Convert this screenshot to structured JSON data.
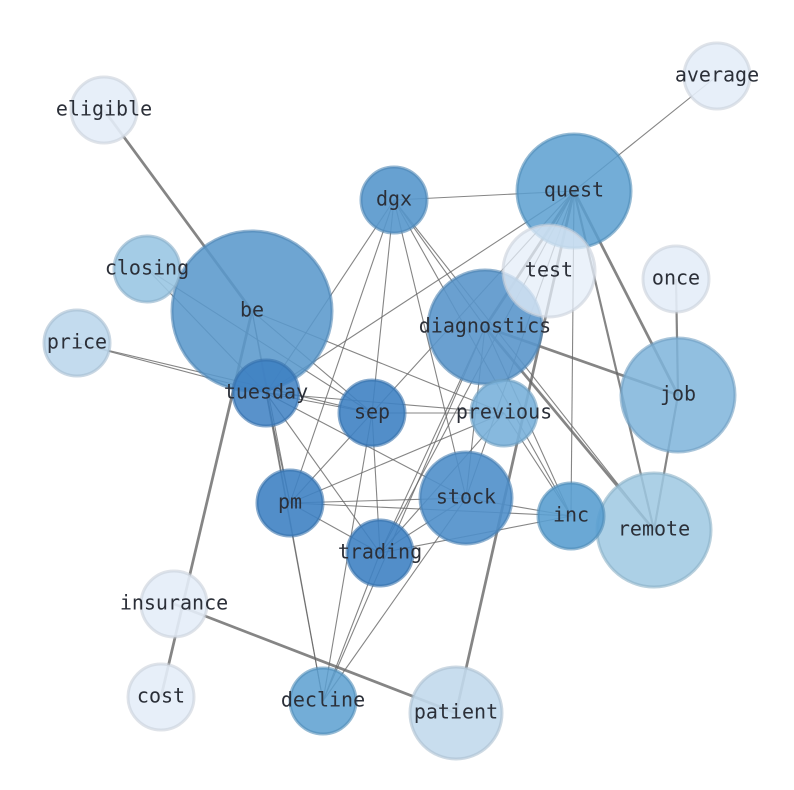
{
  "graph": {
    "nodes": [
      {
        "id": "be",
        "label": "be",
        "color": "#5a98cc",
        "opacity": 0.88
      },
      {
        "id": "quest",
        "label": "quest",
        "color": "#5a9fd0",
        "opacity": 0.85
      },
      {
        "id": "diagnostics",
        "label": "diagnostics",
        "color": "#5a96cb",
        "opacity": 0.9
      },
      {
        "id": "job",
        "label": "job",
        "color": "#7eb4db",
        "opacity": 0.85
      },
      {
        "id": "remote",
        "label": "remote",
        "color": "#9ec8e2",
        "opacity": 0.85
      },
      {
        "id": "stock",
        "label": "stock",
        "color": "#4f8fca",
        "opacity": 0.9
      },
      {
        "id": "patient",
        "label": "patient",
        "color": "#c2d9ec",
        "opacity": 0.9
      },
      {
        "id": "test",
        "label": "test",
        "color": "#e4edf8",
        "opacity": 0.75
      },
      {
        "id": "sep",
        "label": "sep",
        "color": "#3f82c3",
        "opacity": 0.9
      },
      {
        "id": "tuesday",
        "label": "tuesday",
        "color": "#3c7fc2",
        "opacity": 0.85
      },
      {
        "id": "trading",
        "label": "trading",
        "color": "#3f82c3",
        "opacity": 0.9
      },
      {
        "id": "pm",
        "label": "pm",
        "color": "#3f82c3",
        "opacity": 0.9
      },
      {
        "id": "inc",
        "label": "inc",
        "color": "#5a9fd0",
        "opacity": 0.9
      },
      {
        "id": "previous",
        "label": "previous",
        "color": "#7ab1da",
        "opacity": 0.9
      },
      {
        "id": "dgx",
        "label": "dgx",
        "color": "#5797cc",
        "opacity": 0.9
      },
      {
        "id": "decline",
        "label": "decline",
        "color": "#5a9fd0",
        "opacity": 0.85
      },
      {
        "id": "closing",
        "label": "closing",
        "color": "#9ac6e3",
        "opacity": 0.9
      },
      {
        "id": "price",
        "label": "price",
        "color": "#bcd7ec",
        "opacity": 0.9
      },
      {
        "id": "once",
        "label": "once",
        "color": "#e4edf8",
        "opacity": 0.9
      },
      {
        "id": "insurance",
        "label": "insurance",
        "color": "#e4edf8",
        "opacity": 0.9
      },
      {
        "id": "cost",
        "label": "cost",
        "color": "#e4edf8",
        "opacity": 0.9
      },
      {
        "id": "eligible",
        "label": "eligible",
        "color": "#e4edf8",
        "opacity": 0.9
      },
      {
        "id": "average",
        "label": "average",
        "color": "#e4edf8",
        "opacity": 0.9
      }
    ],
    "edges": [
      {
        "source": "eligible",
        "target": "be",
        "weight": 2.5
      },
      {
        "source": "be",
        "target": "cost",
        "weight": 2.5
      },
      {
        "source": "be",
        "target": "sep",
        "weight": 1
      },
      {
        "source": "be",
        "target": "previous",
        "weight": 1
      },
      {
        "source": "be",
        "target": "pm",
        "weight": 1
      },
      {
        "source": "be",
        "target": "decline",
        "weight": 1
      },
      {
        "source": "closing",
        "target": "sep",
        "weight": 1
      },
      {
        "source": "closing",
        "target": "tuesday",
        "weight": 1
      },
      {
        "source": "price",
        "target": "tuesday",
        "weight": 1
      },
      {
        "source": "price",
        "target": "sep",
        "weight": 1
      },
      {
        "source": "tuesday",
        "target": "dgx",
        "weight": 1
      },
      {
        "source": "tuesday",
        "target": "quest",
        "weight": 1
      },
      {
        "source": "tuesday",
        "target": "sep",
        "weight": 1
      },
      {
        "source": "tuesday",
        "target": "previous",
        "weight": 1
      },
      {
        "source": "tuesday",
        "target": "pm",
        "weight": 1
      },
      {
        "source": "tuesday",
        "target": "trading",
        "weight": 1
      },
      {
        "source": "tuesday",
        "target": "decline",
        "weight": 1
      },
      {
        "source": "tuesday",
        "target": "stock",
        "weight": 1
      },
      {
        "source": "dgx",
        "target": "quest",
        "weight": 1
      },
      {
        "source": "dgx",
        "target": "diagnostics",
        "weight": 1
      },
      {
        "source": "dgx",
        "target": "stock",
        "weight": 1
      },
      {
        "source": "dgx",
        "target": "inc",
        "weight": 1
      },
      {
        "source": "dgx",
        "target": "sep",
        "weight": 1
      },
      {
        "source": "dgx",
        "target": "pm",
        "weight": 1
      },
      {
        "source": "dgx",
        "target": "remote",
        "weight": 1
      },
      {
        "source": "quest",
        "target": "average",
        "weight": 1
      },
      {
        "source": "quest",
        "target": "diagnostics",
        "weight": 2.5
      },
      {
        "source": "quest",
        "target": "job",
        "weight": 2.5
      },
      {
        "source": "quest",
        "target": "remote",
        "weight": 2
      },
      {
        "source": "quest",
        "target": "inc",
        "weight": 1
      },
      {
        "source": "quest",
        "target": "patient",
        "weight": 2.5
      },
      {
        "source": "quest",
        "target": "stock",
        "weight": 1
      },
      {
        "source": "quest",
        "target": "trading",
        "weight": 1
      },
      {
        "source": "quest",
        "target": "sep",
        "weight": 1
      },
      {
        "source": "diagnostics",
        "target": "job",
        "weight": 2.5
      },
      {
        "source": "diagnostics",
        "target": "remote",
        "weight": 2.5
      },
      {
        "source": "diagnostics",
        "target": "inc",
        "weight": 1
      },
      {
        "source": "diagnostics",
        "target": "stock",
        "weight": 1
      },
      {
        "source": "diagnostics",
        "target": "trading",
        "weight": 1
      },
      {
        "source": "diagnostics",
        "target": "decline",
        "weight": 1
      },
      {
        "source": "once",
        "target": "job",
        "weight": 2
      },
      {
        "source": "job",
        "target": "remote",
        "weight": 2
      },
      {
        "source": "sep",
        "target": "trading",
        "weight": 1
      },
      {
        "source": "sep",
        "target": "pm",
        "weight": 1
      },
      {
        "source": "sep",
        "target": "decline",
        "weight": 1
      },
      {
        "source": "sep",
        "target": "previous",
        "weight": 1
      },
      {
        "source": "previous",
        "target": "pm",
        "weight": 1
      },
      {
        "source": "previous",
        "target": "trading",
        "weight": 1
      },
      {
        "source": "previous",
        "target": "inc",
        "weight": 1
      },
      {
        "source": "pm",
        "target": "stock",
        "weight": 1
      },
      {
        "source": "pm",
        "target": "inc",
        "weight": 1
      },
      {
        "source": "pm",
        "target": "trading",
        "weight": 1
      },
      {
        "source": "stock",
        "target": "trading",
        "weight": 1
      },
      {
        "source": "stock",
        "target": "inc",
        "weight": 1
      },
      {
        "source": "stock",
        "target": "decline",
        "weight": 1
      },
      {
        "source": "trading",
        "target": "inc",
        "weight": 1
      },
      {
        "source": "trading",
        "target": "decline",
        "weight": 1
      },
      {
        "source": "insurance",
        "target": "patient",
        "weight": 2.5
      }
    ]
  }
}
